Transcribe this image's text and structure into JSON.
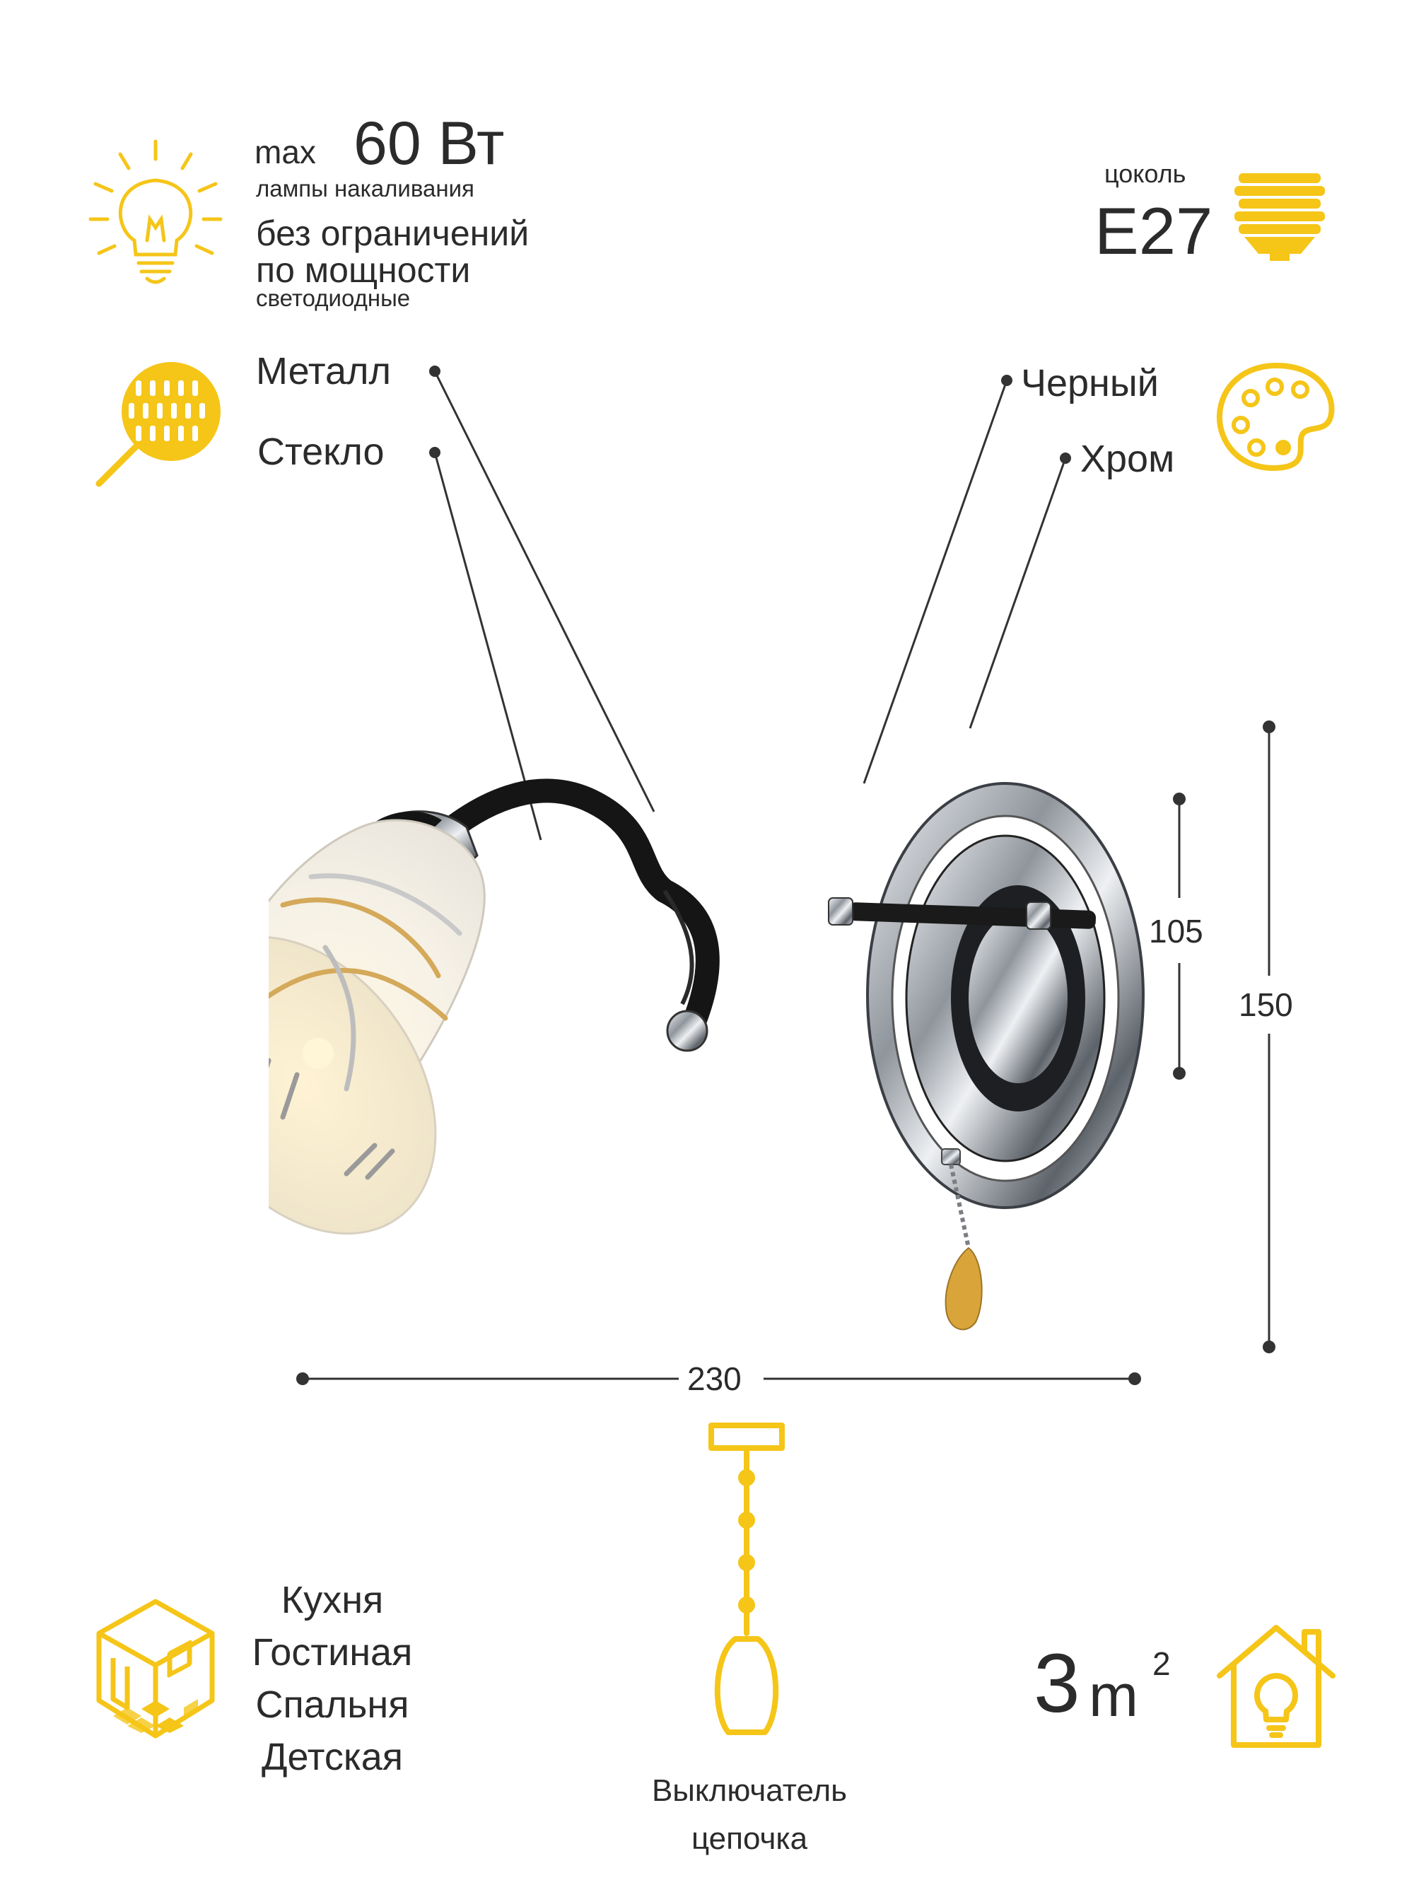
{
  "power": {
    "max_prefix": "max",
    "max_value": "60 Вт",
    "incandescent": "лампы накаливания",
    "led_line1": "без ограничений",
    "led_line2": "по мощности",
    "led_line3": "светодиодные"
  },
  "socket": {
    "label": "цоколь",
    "value": "E27"
  },
  "materials": [
    "Металл",
    "Стекло"
  ],
  "colors": [
    "Черный",
    "Хром"
  ],
  "dimensions": {
    "width": "230",
    "plate_height": "105",
    "total_height": "150"
  },
  "rooms": [
    "Кухня",
    "Гостиная",
    "Спальня",
    "Детская"
  ],
  "area": {
    "number": "3",
    "unit": "m",
    "sup": "2"
  },
  "switch": {
    "line1": "Выключатель",
    "line2": "цепочка"
  },
  "palette": {
    "accent": "#F5C518",
    "text": "#2b2b2b",
    "chrome": "#c9ccd1",
    "black_metal": "#1a1a1a",
    "glass": "#f4f1ea",
    "wood": "#d9a53a"
  }
}
